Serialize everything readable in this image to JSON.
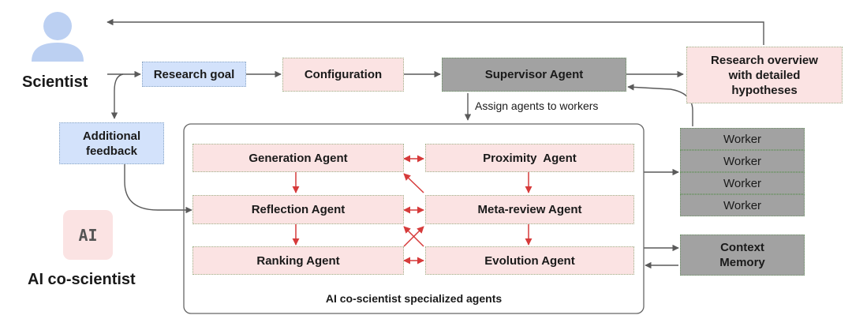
{
  "scientist": {
    "label": "Scientist"
  },
  "ai_coscientist": {
    "badge": "AI",
    "label": "AI co-scientist"
  },
  "inputs": {
    "research_goal": "Research goal",
    "additional_feedback": "Additional feedback",
    "configuration": "Configuration"
  },
  "supervisor": {
    "label": "Supervisor Agent",
    "assign_label": "Assign agents to workers"
  },
  "overview": {
    "label": "Research overview with detailed hypotheses"
  },
  "agents": {
    "generation": "Generation Agent",
    "reflection": "Reflection Agent",
    "ranking": "Ranking Agent",
    "proximity": "Proximity  Agent",
    "meta_review": "Meta-review Agent",
    "evolution": "Evolution Agent",
    "container_label": "AI co-scientist specialized agents"
  },
  "workers": [
    "Worker",
    "Worker",
    "Worker",
    "Worker"
  ],
  "memory": {
    "label": "Context Memory"
  },
  "colors": {
    "pink_fill": "#fbe3e3",
    "blue_fill": "#d3e2fb",
    "grey_fill": "#a2a2a2",
    "red_arrow": "#d63a3a",
    "grey_arrow": "#5a5a5a",
    "person_icon": "#bcd0f2"
  }
}
